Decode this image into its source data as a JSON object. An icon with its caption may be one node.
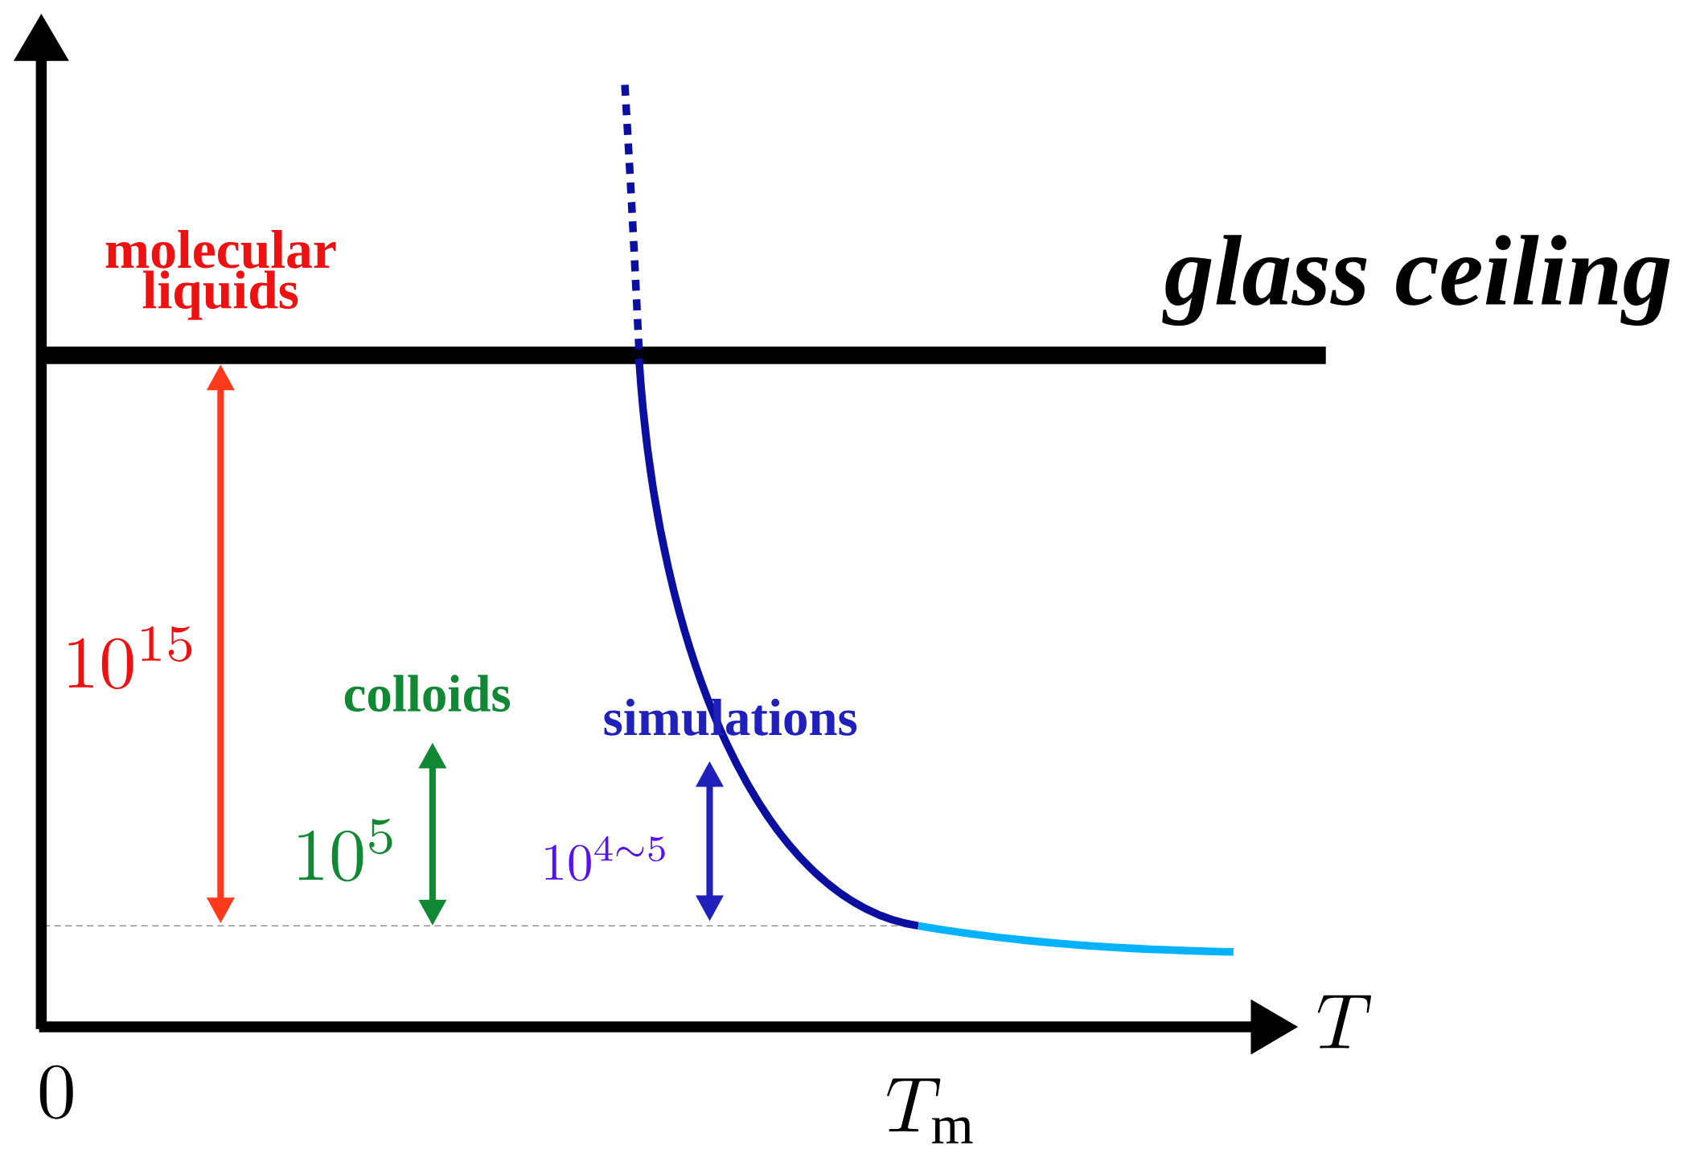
{
  "diagram": {
    "labels": [
      "molecular liquids",
      "glass ceiling",
      "10^{15}",
      "colloids",
      "simulations",
      "10^{5}",
      "10^{4\\sim5}",
      "0",
      "T",
      "T_{\\mathrm{m}}"
    ]
  }
}
